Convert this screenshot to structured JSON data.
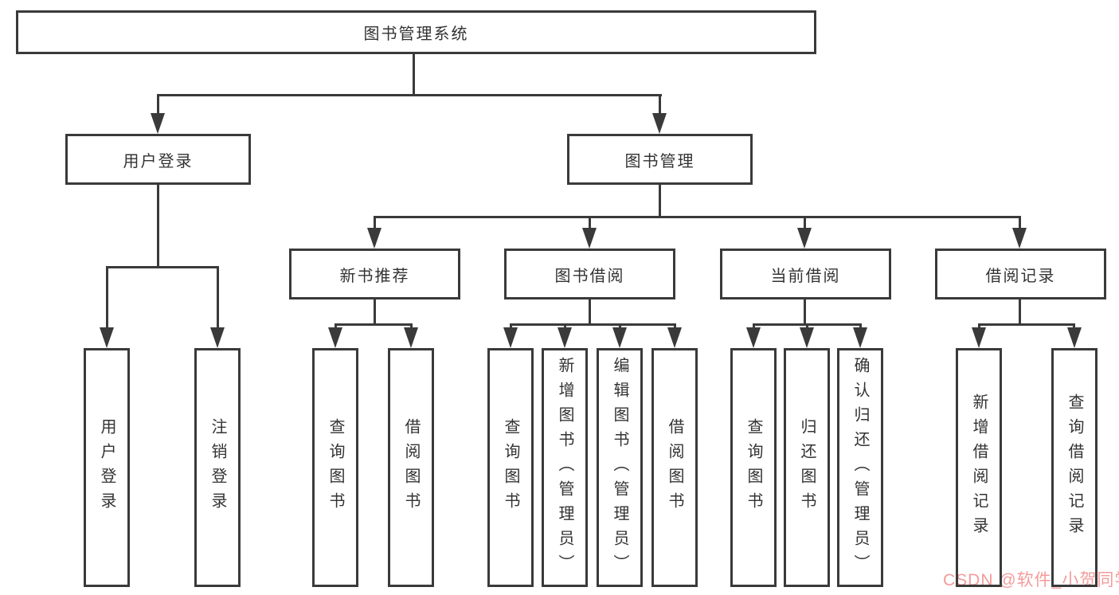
{
  "diagram_title": "图书管理系统",
  "tree": {
    "root": "图书管理系统",
    "branches": [
      {
        "label": "用户登录",
        "children": [
          "用户登录",
          "注销登录"
        ]
      },
      {
        "label": "图书管理",
        "children": [
          {
            "label": "新书推荐",
            "children": [
              "查询图书",
              "借阅图书"
            ]
          },
          {
            "label": "图书借阅",
            "children": [
              "查询图书",
              "新增图书（管理员）",
              "编辑图书（管理员）",
              "借阅图书"
            ]
          },
          {
            "label": "当前借阅",
            "children": [
              "查询图书",
              "归还图书",
              "确认归还（管理员）"
            ]
          },
          {
            "label": "借阅记录",
            "children": [
              "新增借阅记录",
              "查询借阅记录"
            ]
          }
        ]
      }
    ]
  },
  "watermark": {
    "text": "CSDN @软件_小贺同学",
    "color": "#f59b9b"
  },
  "colors": {
    "line": "#3a3a3a",
    "text": "#333333",
    "node_background": "#ffffff",
    "page_background": "#ffffff"
  }
}
